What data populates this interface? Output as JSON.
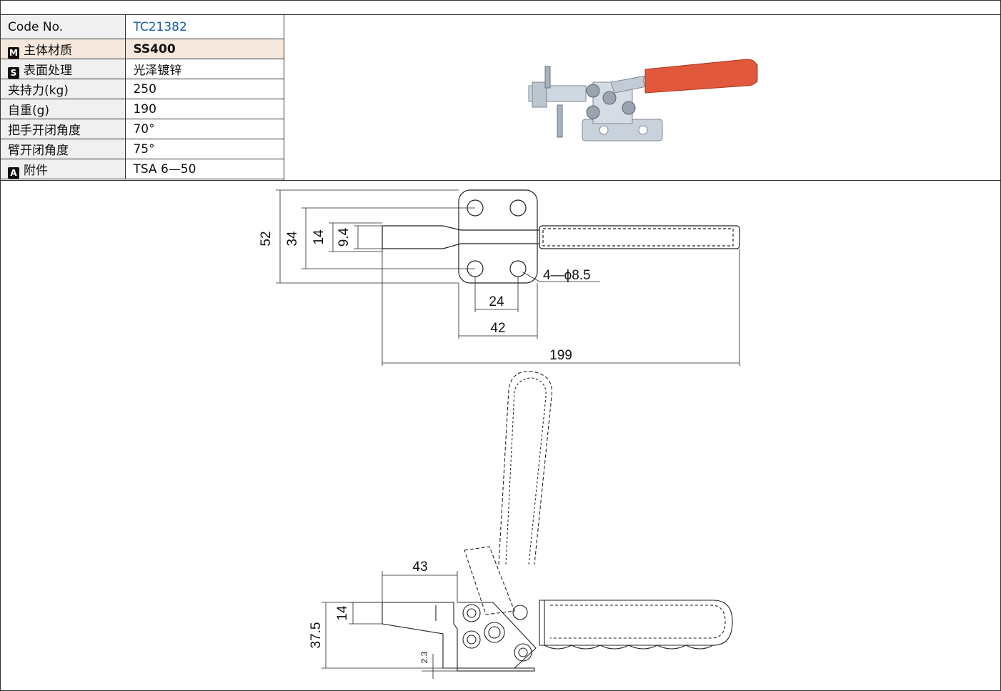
{
  "spec_table": {
    "rows": [
      {
        "badge": "",
        "label": "Code No.",
        "value": "TC21382"
      },
      {
        "badge": "M",
        "label": "主体材质",
        "value": "SS400"
      },
      {
        "badge": "S",
        "label": "表面处理",
        "value": "光泽镀锌"
      },
      {
        "badge": "",
        "label": "夹持力(kg)",
        "value": "250"
      },
      {
        "badge": "",
        "label": "自重(g)",
        "value": "190"
      },
      {
        "badge": "",
        "label": "把手开闭角度",
        "value": "70°"
      },
      {
        "badge": "",
        "label": "臂开闭角度",
        "value": "75°"
      },
      {
        "badge": "A",
        "label": "附件",
        "value": "TSA 6—50"
      }
    ]
  },
  "top_view": {
    "dim_total_height": "52",
    "dim_hole_pitch_v": "34",
    "dim_slot_outer": "14",
    "dim_slot_inner": "9.4",
    "dim_hole_pitch_h": "24",
    "dim_base_width": "42",
    "dim_total_length": "199",
    "hole_callout": "4—ϕ8.5"
  },
  "side_view": {
    "dim_arm_reach": "43",
    "dim_arm_thickness": "14",
    "dim_height": "37.5",
    "dim_base_thickness": "2.3"
  },
  "colors": {
    "handle": "#e2583c",
    "code_value": "#1b5ea8"
  }
}
